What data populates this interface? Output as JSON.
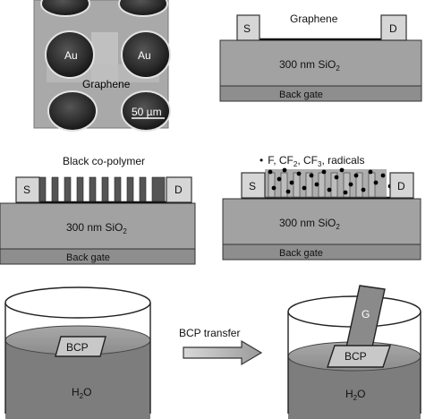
{
  "micrograph": {
    "labels": [
      "Au",
      "Au"
    ],
    "graphene": "Graphene",
    "scale_bar": "50 µm"
  },
  "panel_b": {
    "graphene": "Graphene",
    "source": "S",
    "drain": "D",
    "oxide_prefix": "300 nm SiO",
    "oxide_sub": "2",
    "gate": "Back gate"
  },
  "panel_c": {
    "title": "Black co-polymer",
    "source": "S",
    "drain": "D",
    "oxide_prefix": "300 nm SiO",
    "oxide_sub": "2",
    "gate": "Back gate"
  },
  "panel_d": {
    "bullet": "•",
    "legend_f": "F, CF",
    "sub_2": "2",
    "legend_cf3": ", CF",
    "sub_3": "3",
    "legend_radicals": ", radicals",
    "source": "S",
    "drain": "D",
    "oxide_prefix": "300 nm SiO",
    "oxide_sub": "2",
    "gate": "Back gate"
  },
  "transfer": {
    "beaker_left_bcp": "BCP",
    "water_left": "H",
    "water_left_sub": "2",
    "water_left_o": "O",
    "arrow_label": "BCP transfer",
    "beaker_right_bcp": "BCP",
    "graphene_strip": "G",
    "water_right": "H",
    "water_right_sub": "2",
    "water_right_o": "O"
  },
  "colors": {
    "substrate": "#a2a2a2",
    "gate": "#8e8e8e",
    "pad": "#d6d6d6",
    "water": "#7d7d7d",
    "strip": "#8a8a8a"
  }
}
